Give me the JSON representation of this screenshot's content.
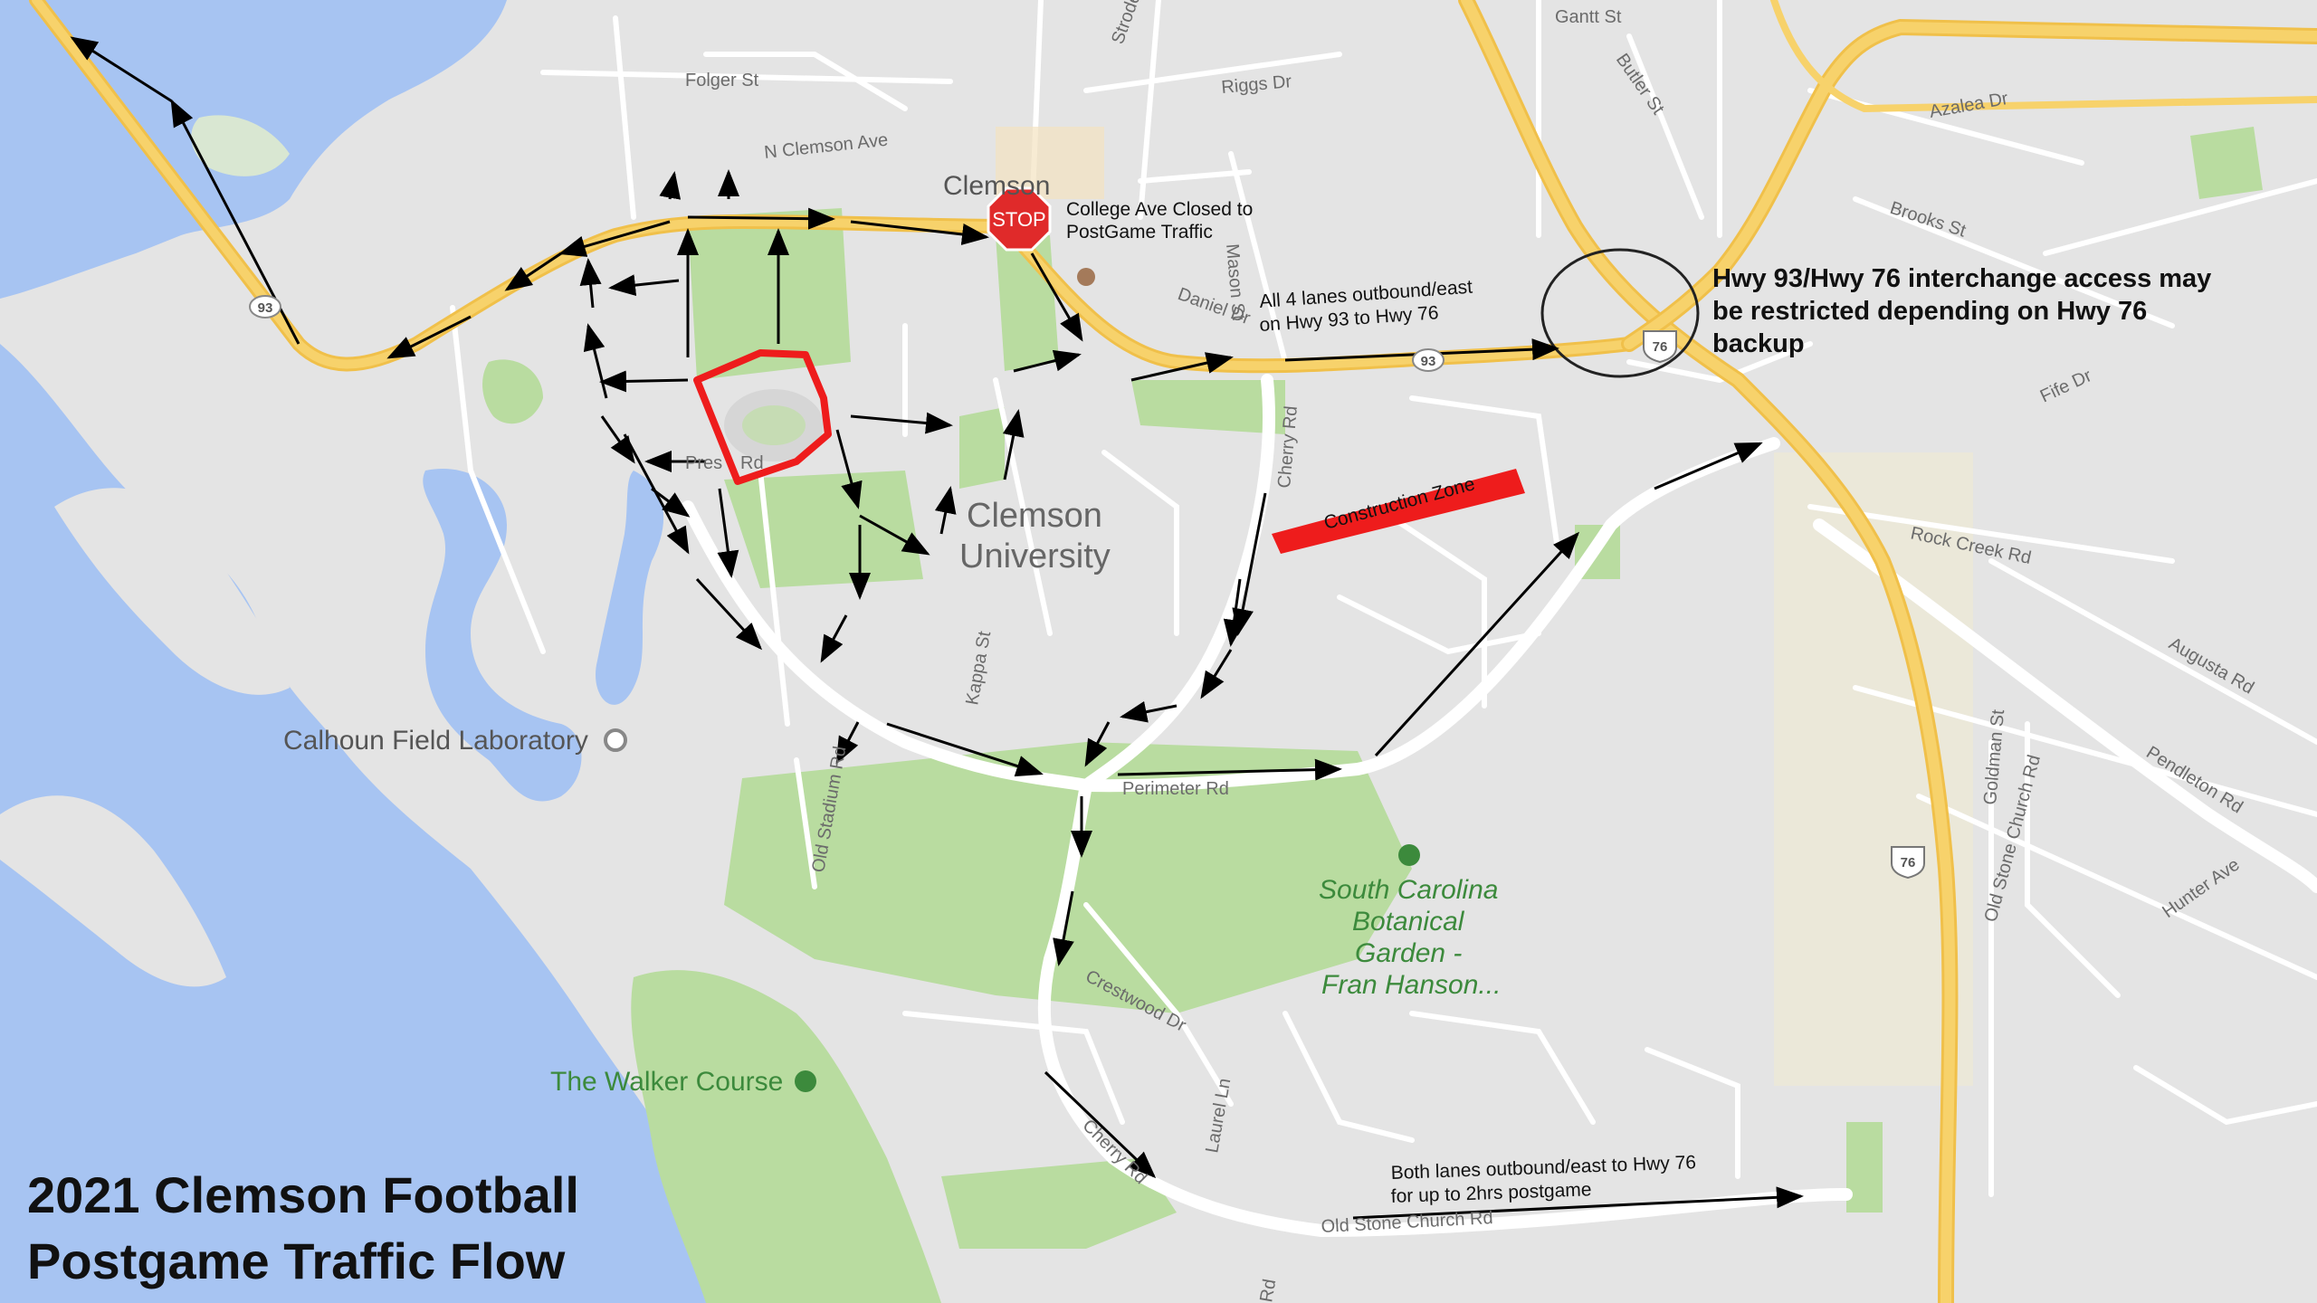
{
  "map": {
    "title_line1": "2021 Clemson Football",
    "title_line2": "Postgame Traffic Flow",
    "colors": {
      "water": "#a7c4f2",
      "land": "#e4e4e4",
      "park": "#b9dca0",
      "highway": "#f7d26b",
      "road": "#ffffff",
      "stadium_outline": "#ee1c1c",
      "construction": "#ee1c1c",
      "arrow": "#000000"
    },
    "streets": {
      "folger": "Folger St",
      "n_clemson": "N Clemson Ave",
      "riggs": "Riggs Dr",
      "strode": "Strode",
      "gantt": "Gantt St",
      "butler": "Butler St",
      "azalea": "Azalea Dr",
      "brooks": "Brooks St",
      "daniel": "Daniel Dr",
      "mason": "Mason St",
      "cherry_upper": "Cherry Rd",
      "fife": "Fife Dr",
      "rock_creek": "Rock Creek Rd",
      "augusta": "Augusta Rd",
      "pendleton": "Pendleton Rd",
      "hunter": "Hunter Ave",
      "goldman": "Goldman St",
      "old_stone_vert": "Old Stone Church Rd",
      "perimeter": "Perimeter Rd",
      "kappa": "Kappa St",
      "old_stadium": "Old Stadium Rd",
      "crestwood": "Crestwood Dr",
      "laurel": "Laurel Ln",
      "cherry_lower": "Cherry Rd",
      "old_stone_lower": "Old Stone Church Rd",
      "pres": "Pres",
      "rd": "Rd",
      "rd_lower": "Rd"
    },
    "places": {
      "clemson_town": "Clemson",
      "university_line1": "Clemson",
      "university_line2": "University",
      "calhoun": "Calhoun Field Laboratory",
      "walker": "The Walker Course",
      "garden_line1": "South Carolina",
      "garden_line2": "Botanical",
      "garden_line3": "Garden -",
      "garden_line4": "Fran Hanson..."
    },
    "shields": {
      "hwy93_left": "93",
      "hwy93_mid": "93",
      "hwy76_interchange": "76",
      "hwy76_south": "76"
    },
    "stop_sign": "STOP",
    "annotations": {
      "college_ave_line1": "College Ave Closed to",
      "college_ave_line2": "PostGame Traffic",
      "lanes_93_line1": "All 4 lanes outbound/east",
      "lanes_93_line2": "on Hwy 93 to Hwy 76",
      "interchange_line1": "Hwy 93/Hwy 76 interchange access may",
      "interchange_line2": "be restricted depending on Hwy 76",
      "interchange_line3": "backup",
      "construction": "Construction Zone",
      "old_stone_line1": "Both lanes outbound/east to Hwy 76",
      "old_stone_line2": "for up to 2hrs postgame"
    }
  }
}
